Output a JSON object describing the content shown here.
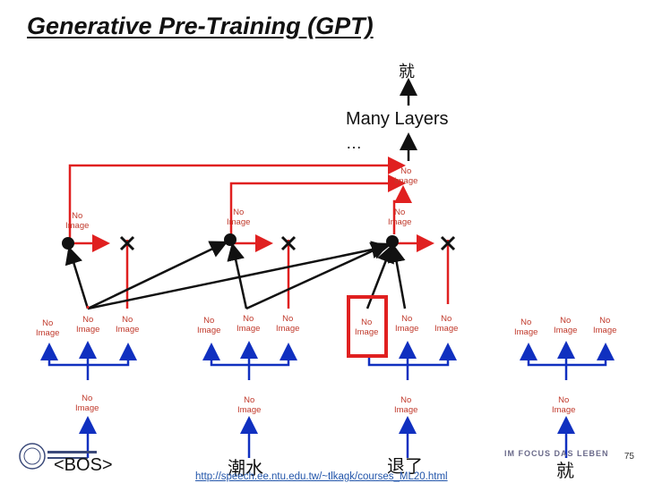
{
  "slide": {
    "title": "Generative Pre-Training (GPT)",
    "output_token": "就",
    "layers_label": "Many Layers",
    "layers_ellipsis": "…",
    "placeholder_text": "No\nImage",
    "tokens": [
      "<BOS>",
      "潮水",
      "退了",
      "就"
    ],
    "link": "http://speech.ee.ntu.edu.tw/~tlkagk/courses_ML20.html",
    "logo_right": "IM FOCUS DAS LEBEN",
    "page_number": "75"
  },
  "colors": {
    "red_arrow": "#e02020",
    "blue_arrow": "#1030c0",
    "highlight": "#e02020",
    "black_arrow": "#111111"
  }
}
